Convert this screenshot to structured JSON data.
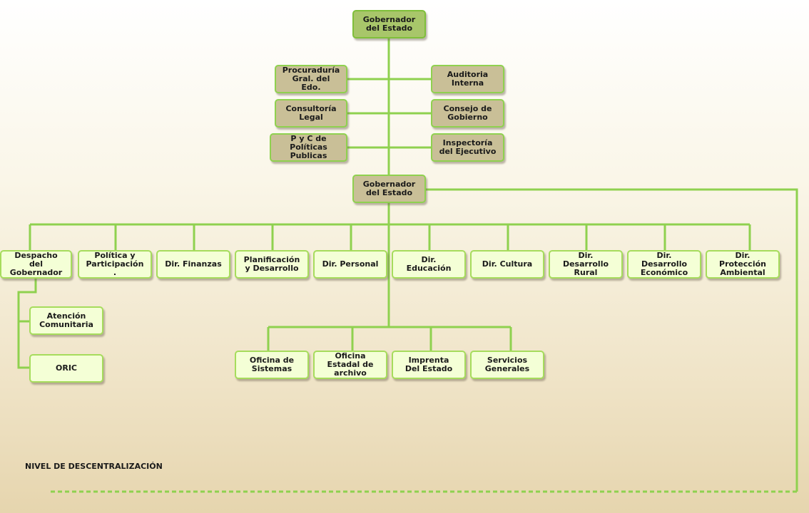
{
  "top": {
    "label": "Gobernador\ndel Estado"
  },
  "staff": [
    {
      "id": "procuraduria",
      "label": "Procuraduría\nGral. del\nEdo."
    },
    {
      "id": "auditoria",
      "label": "Auditoria\nInterna"
    },
    {
      "id": "consultoria",
      "label": "Consultoría\nLegal"
    },
    {
      "id": "consejo",
      "label": "Consejo de\nGobierno"
    },
    {
      "id": "pyc",
      "label": "P y C de\nPolíticas\nPublicas"
    },
    {
      "id": "inspectoria",
      "label": "Inspectoría\ndel Ejecutivo"
    }
  ],
  "second": {
    "label": "Gobernador\ndel Estado"
  },
  "directorates": [
    {
      "id": "despacho",
      "label": "Despacho\ndel\nGobernador"
    },
    {
      "id": "politica",
      "label": "Política y\nParticipación\n."
    },
    {
      "id": "finanzas",
      "label": "Dir. Finanzas"
    },
    {
      "id": "planificacion",
      "label": "Planificación\ny Desarrollo"
    },
    {
      "id": "personal",
      "label": "Dir. Personal"
    },
    {
      "id": "educacion",
      "label": "Dir.\nEducación"
    },
    {
      "id": "cultura",
      "label": "Dir. Cultura"
    },
    {
      "id": "rural",
      "label": "Dir.\nDesarrollo\nRural"
    },
    {
      "id": "economico",
      "label": "Dir.\nDesarrollo\nEconómico"
    },
    {
      "id": "ambiental",
      "label": "Dir.\nProtección\nAmbiental"
    }
  ],
  "despacho_units": [
    {
      "id": "atencion",
      "label": "Atención\nComunitaria"
    },
    {
      "id": "oric",
      "label": "ORIC"
    }
  ],
  "offices": [
    {
      "id": "sistemas",
      "label": "Oficina de\nSistemas"
    },
    {
      "id": "archivo",
      "label": "Oficina\nEstadal de\narchivo"
    },
    {
      "id": "imprenta",
      "label": "Imprenta\nDel Estado"
    },
    {
      "id": "servicios",
      "label": "Servicios\nGenerales"
    }
  ],
  "footer_note": "NIVEL DE DESCENTRALIZACIÓN",
  "colors": {
    "line": "#8fd14f",
    "governor_fill": "#a8c66a",
    "staff_fill": "#c9bf97",
    "unit_fill": "#f4ffd6"
  }
}
